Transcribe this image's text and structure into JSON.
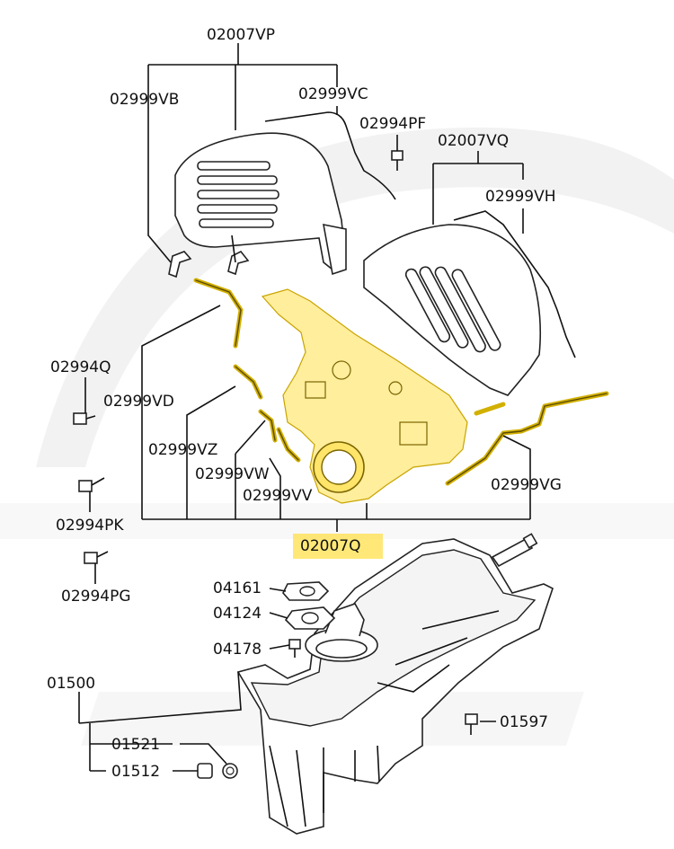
{
  "diagram": {
    "colors": {
      "highlight": "#ffe04a",
      "line": "#111111",
      "watermark": "#f2f2f2"
    },
    "highlighted_label": "02007Q",
    "labels": {
      "p02007VP": "02007VP",
      "p02999VB": "02999VB",
      "p02999VC": "02999VC",
      "p02994PF": "02994PF",
      "p02007VQ": "02007VQ",
      "p02999VH": "02999VH",
      "p02994Q": "02994Q",
      "p02999VD": "02999VD",
      "p02999VZ": "02999VZ",
      "p02999VW": "02999VW",
      "p02999VV": "02999VV",
      "p02999VG": "02999VG",
      "p02994PK": "02994PK",
      "p02007Q": "02007Q",
      "p02994PG": "02994PG",
      "p04161": "04161",
      "p04124": "04124",
      "p04178": "04178",
      "p01500": "01500",
      "p01597": "01597",
      "p01521": "01521",
      "p01512": "01512"
    }
  }
}
